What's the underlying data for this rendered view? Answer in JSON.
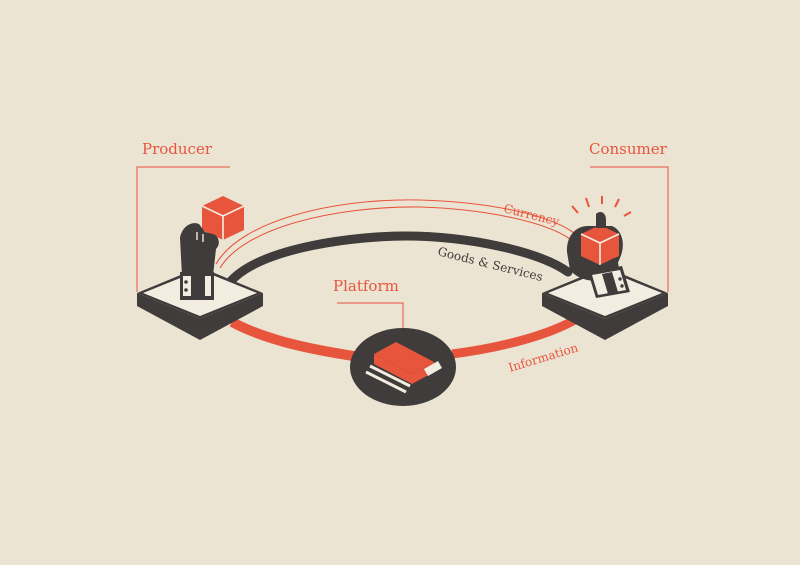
{
  "labels": {
    "producer": "Producer",
    "consumer": "Consumer",
    "platform": "Platform"
  },
  "flows": {
    "currency": "Currency",
    "goods": "Goods & Services",
    "information": "Information"
  },
  "colors": {
    "background": "#ebe4d2",
    "accent": "#e8553d",
    "dark": "#3f3c3b",
    "light": "#f3ede1"
  },
  "icons": {
    "producer_hand": "hand-holding-box-icon",
    "consumer_hand": "hand-receiving-box-icon",
    "platform": "credit-card-icon"
  }
}
